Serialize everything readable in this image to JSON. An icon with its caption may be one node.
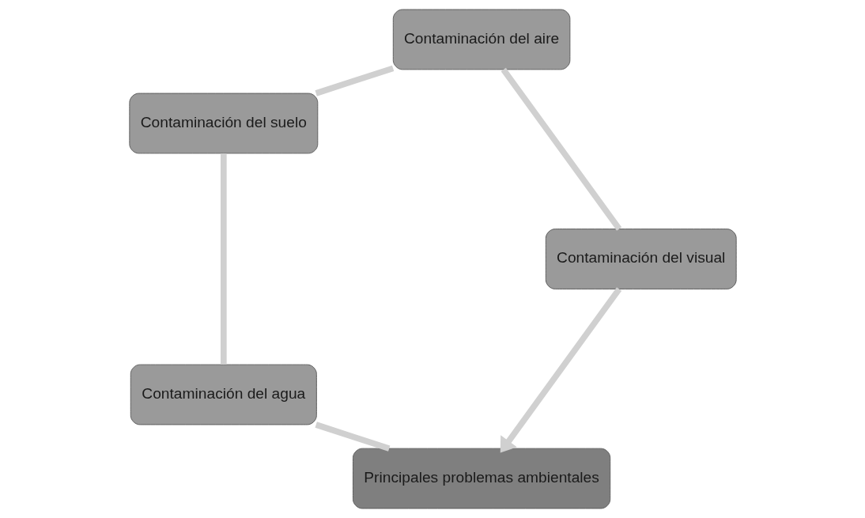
{
  "diagram": {
    "nodes": [
      {
        "text": [
          "Principales problemas ambientales"
        ]
      },
      {
        "text": [
          "Contaminación del agua"
        ]
      },
      {
        "text": [
          "Contaminación del suelo"
        ]
      },
      {
        "text": [
          "Contaminación del aire"
        ]
      },
      {
        "text": [
          "Contaminación del visual"
        ]
      }
    ],
    "edges": [
      {
        "from": 0,
        "to": 1,
        "arrow": "none"
      },
      {
        "from": 1,
        "to": 2,
        "arrow": "none"
      },
      {
        "from": 2,
        "to": 3,
        "arrow": "none"
      },
      {
        "from": 3,
        "to": 4,
        "arrow": "none"
      },
      {
        "from": 4,
        "to": 0,
        "arrow": "to"
      }
    ]
  }
}
